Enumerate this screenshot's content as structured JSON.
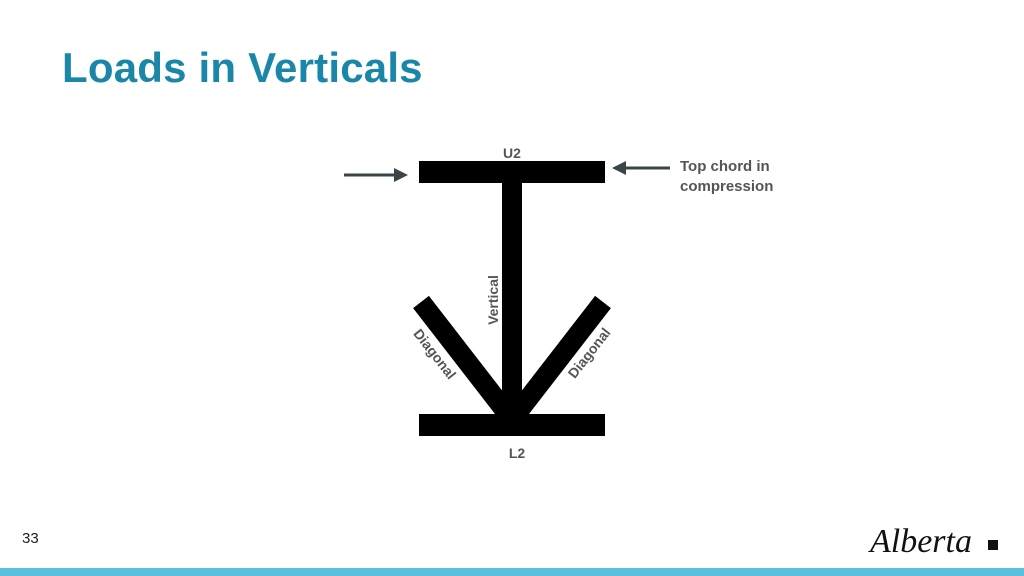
{
  "slide": {
    "title": "Loads in Verticals",
    "page_number": "33",
    "logo_text": "Alberta"
  },
  "diagram": {
    "top_node_label": "U2",
    "bottom_node_label": "L2",
    "vertical_label": "Vertical",
    "left_diagonal_label": "Diagonal",
    "right_diagonal_label": "Diagonal",
    "annotation_line1": "Top chord in",
    "annotation_line2": "compression"
  },
  "colors": {
    "title": "#1a86a8",
    "members": "#000000",
    "arrows": "#3b4447",
    "bottom_bar": "#5bc0de"
  }
}
